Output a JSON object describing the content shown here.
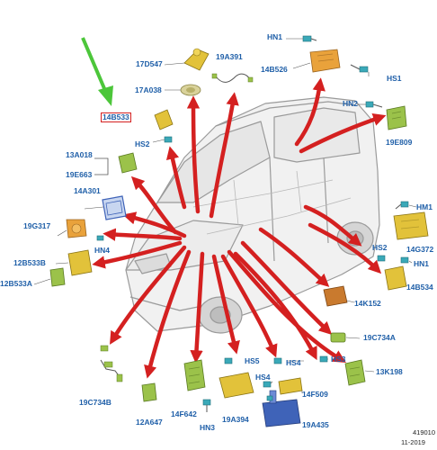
{
  "labels": {
    "hn1_top": "HN1",
    "p17d547": "17D547",
    "p19a391": "19A391",
    "p14b526": "14B526",
    "hs1": "HS1",
    "p17a038": "17A038",
    "hn2": "HN2",
    "p14b533": "14B533",
    "p19e809": "19E809",
    "hs2_left": "HS2",
    "p13a018": "13A018",
    "p19e663": "19E663",
    "p14a301": "14A301",
    "hm1": "HM1",
    "p19g317": "19G317",
    "hn4": "HN4",
    "p14g372": "14G372",
    "hs2_right": "HS2",
    "hn1_right": "HN1",
    "p12b533b": "12B533B",
    "p12b533a": "12B533A",
    "p14b534": "14B534",
    "p14k152": "14K152",
    "p19c734a": "19C734A",
    "hs5": "HS5",
    "hs4": "HS4",
    "hs3": "HS3",
    "p13k198": "13K198",
    "hs4_b": "HS4",
    "p14f509": "14F509",
    "p19c734b": "19C734B",
    "p14f642": "14F642",
    "p19a394": "19A394",
    "p12a647": "12A647",
    "hn3": "HN3",
    "p19a435": "19A435"
  },
  "footer": {
    "code": "419010",
    "date": "11-2019"
  },
  "colors": {
    "arrow_red": "#d42020",
    "pointer_green": "#4cc63a",
    "label_blue": "#1f5fa8",
    "part_yellow": "#e2c23a",
    "part_orange": "#e9a23b",
    "part_green": "#9bc24a",
    "connector_teal": "#3aa9b8",
    "part_blue": "#3f63b8"
  }
}
